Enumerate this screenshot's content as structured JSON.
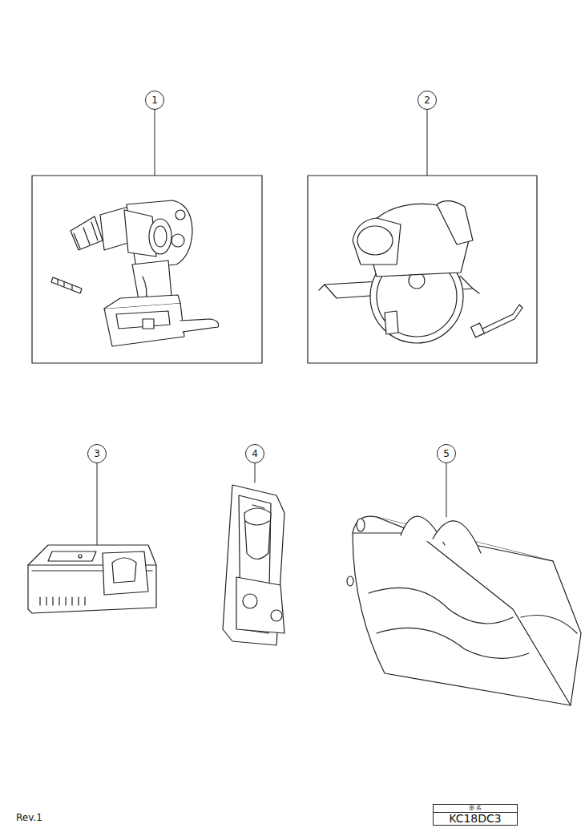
{
  "diagram": {
    "nodes": [
      {
        "text": [
          "1"
        ]
      },
      {
        "text": [
          "2"
        ]
      },
      {
        "text": [
          "3"
        ]
      },
      {
        "text": [
          "4"
        ]
      },
      {
        "text": [
          "5"
        ]
      },
      {
        "text": [
          "形 名",
          "KC18DC3"
        ]
      }
    ],
    "labels": [
      "Rev.1"
    ]
  }
}
